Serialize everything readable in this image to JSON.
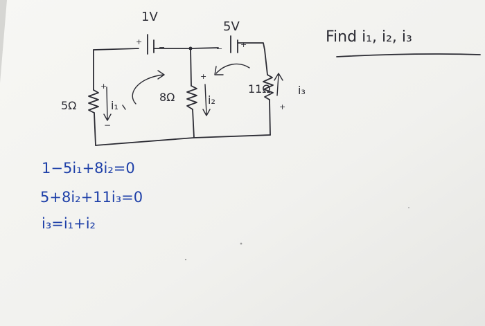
{
  "task": {
    "title": "Find i₁, i₂, i₃"
  },
  "circuit": {
    "source_top_label": "1V",
    "source_right_label": "5V",
    "r1_label": "5Ω",
    "r2_label": "8Ω",
    "r3_label": "11Ω",
    "i1_label": "i₁",
    "i2_label": "i₂",
    "i3_label": "i₃",
    "plus": "+",
    "minus": "−"
  },
  "equations": [
    "1−5i₁+8i₂=0",
    "5+8i₂+11i₃=0",
    "i₃=i₁+i₂"
  ],
  "colors": {
    "paper": "#f4f4f1",
    "pencil": "#2b2b33",
    "blue_ink": "#1d3fa8",
    "background": "#d9d9d6"
  }
}
